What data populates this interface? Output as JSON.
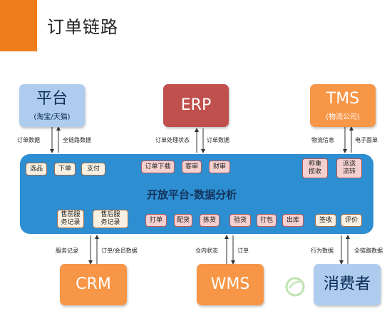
{
  "page": {
    "title": "订单链路"
  },
  "systems": {
    "platform": {
      "name": "平台",
      "sub": "(淘宝/天猫)"
    },
    "erp": {
      "name": "ERP"
    },
    "tms": {
      "name": "TMS",
      "sub": "(物流公司)"
    },
    "crm": {
      "name": "CRM"
    },
    "wms": {
      "name": "WMS"
    },
    "consumer": {
      "name": "消费者"
    }
  },
  "center": {
    "title": "开放平台-数据分析"
  },
  "nodes": {
    "select": "选品",
    "order": "下单",
    "pay": "支付",
    "download": "订单下载",
    "review": "客审",
    "finance": "财审",
    "weigh": "称重\n揽收",
    "dispatch": "派送\n流转",
    "presale": "售前服\n务记录",
    "aftersale": "售后服\n务记录",
    "print": "打单",
    "allocate": "配货",
    "pick": "拣货",
    "inspect": "验货",
    "pack": "打包",
    "outbound": "出库",
    "sign": "签收",
    "rate": "评价"
  },
  "flows": {
    "platform_order": "订单数据",
    "platform_fulllink": "全链路数据",
    "erp_status": "订单处理状态",
    "erp_order": "订单数据",
    "tms_logistics": "物流信息",
    "tms_waybill": "电子面单",
    "crm_service": "服务记录",
    "crm_member": "订单/会员数据",
    "wms_status": "仓内状态",
    "wms_order": "订单",
    "consumer_behavior": "行为数据",
    "consumer_fulllink": "全链路数据"
  },
  "colors": {
    "accent": "#ef7d1a",
    "platform_blue": "#2d8ed1",
    "erp_red": "#c0504d",
    "system_orange": "#f79646"
  }
}
